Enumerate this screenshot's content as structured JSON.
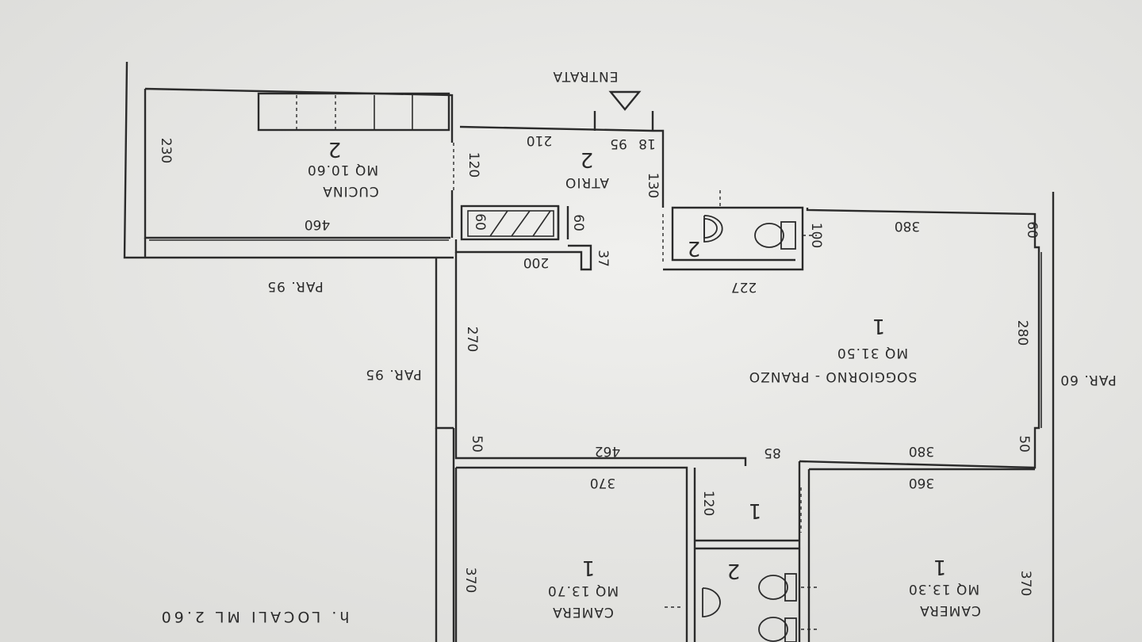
{
  "title": "h. LOCALI ML 2.60",
  "rooms": {
    "cucina": {
      "name": "CUCINA",
      "area": "MQ 10.60",
      "id": "2"
    },
    "atrio": {
      "name": "ATRIO",
      "id": "2"
    },
    "soggiorno": {
      "name": "SOGGIORNO - PRANZO",
      "area": "MQ 31.50",
      "id": "1"
    },
    "bagno_small": {
      "id": "2"
    },
    "camera_left": {
      "name": "CAMERA",
      "area": "MQ 13.70",
      "id": "1"
    },
    "camera_right": {
      "name": "CAMERA",
      "area": "MQ 13.30",
      "id": "1"
    },
    "disimpegno": {
      "id": "1"
    },
    "bagno_big": {
      "id": "2"
    }
  },
  "entrance": "ENTRATA",
  "dimensions": {
    "d230": "230",
    "d460": "460",
    "d120a": "120",
    "d210": "210",
    "d95": "95",
    "d18": "18",
    "d130": "130",
    "d60a": "60",
    "d60b": "60",
    "d200": "200",
    "d37": "37",
    "d227": "227",
    "d100": "100",
    "d380a": "380",
    "d60c": "60",
    "d280": "280",
    "d270": "270",
    "d462": "462",
    "d85": "85",
    "d380b": "380",
    "d50a": "50",
    "d50b": "50",
    "d370a": "370",
    "d120b": "120",
    "d360": "360",
    "d370b": "370",
    "d370c": "370"
  },
  "parapets": {
    "p95a": "PAR. 95",
    "p95b": "PAR. 95",
    "p60": "PAR. 60"
  }
}
